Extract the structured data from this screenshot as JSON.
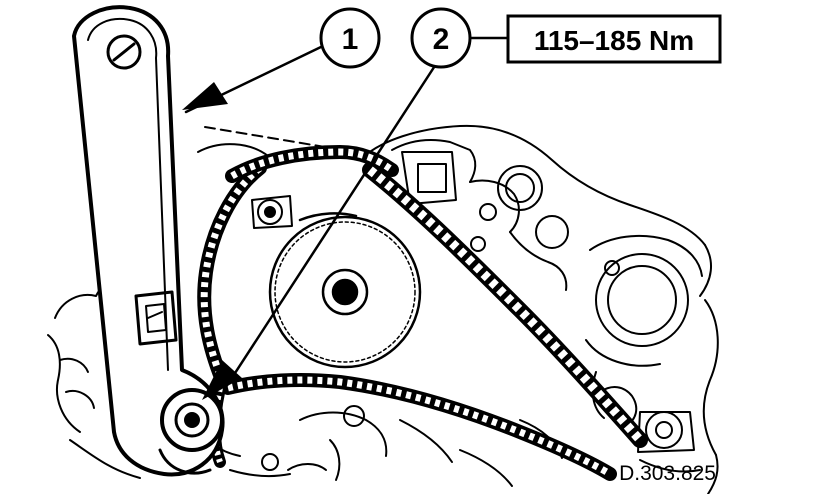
{
  "diagram": {
    "callouts": [
      {
        "number": "1"
      },
      {
        "number": "2"
      }
    ],
    "torque_spec": "115–185 Nm",
    "reference_code": "D.303.825"
  }
}
